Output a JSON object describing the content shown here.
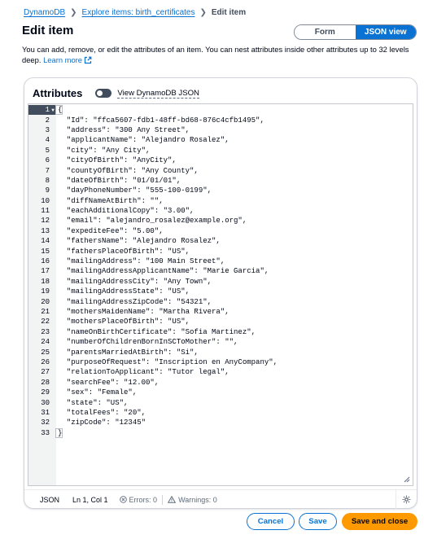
{
  "breadcrumb": {
    "items": [
      {
        "label": "DynamoDB"
      },
      {
        "label": "Explore items: birth_certificates"
      },
      {
        "label": "Edit item"
      }
    ]
  },
  "page": {
    "title": "Edit item",
    "description": "You can add, remove, or edit the attributes of an item. You can nest attributes inside other attributes up to 32 levels deep.",
    "learn_more": "Learn more"
  },
  "view_toggle": {
    "options": [
      "Form",
      "JSON view"
    ],
    "selected": "JSON view"
  },
  "attributes_panel": {
    "title": "Attributes",
    "toggle_label": "View DynamoDB JSON",
    "toggle_on": false
  },
  "editor": {
    "lines": [
      {
        "n": "1",
        "text": "{"
      },
      {
        "n": "2",
        "text": "  \"Id\": \"ffca5607-fdb1-48ff-bd68-876c4cfb1495\","
      },
      {
        "n": "3",
        "text": "  \"address\": \"300 Any Street\","
      },
      {
        "n": "4",
        "text": "  \"applicantName\": \"Alejandro Rosalez\","
      },
      {
        "n": "5",
        "text": "  \"city\": \"Any City\","
      },
      {
        "n": "6",
        "text": "  \"cityOfBirth\": \"AnyCity\","
      },
      {
        "n": "7",
        "text": "  \"countyOfBirth\": \"Any County\","
      },
      {
        "n": "8",
        "text": "  \"dateOfBirth\": \"01/01/01\","
      },
      {
        "n": "9",
        "text": "  \"dayPhoneNumber\": \"555-100-0199\","
      },
      {
        "n": "10",
        "text": "  \"diffNameAtBirth\": \"\","
      },
      {
        "n": "11",
        "text": "  \"eachAdditionalCopy\": \"3.00\","
      },
      {
        "n": "12",
        "text": "  \"email\": \"alejandro_rosalez@example.org\","
      },
      {
        "n": "13",
        "text": "  \"expediteFee\": \"5.00\","
      },
      {
        "n": "14",
        "text": "  \"fathersName\": \"Alejandro Rosalez\","
      },
      {
        "n": "15",
        "text": "  \"fathersPlaceOfBirth\": \"US\","
      },
      {
        "n": "16",
        "text": "  \"mailingAddress\": \"100 Main Street\","
      },
      {
        "n": "17",
        "text": "  \"mailingAddressApplicantName\": \"Marie Garcia\","
      },
      {
        "n": "18",
        "text": "  \"mailingAddressCity\": \"Any Town\","
      },
      {
        "n": "19",
        "text": "  \"mailingAddressState\": \"US\","
      },
      {
        "n": "20",
        "text": "  \"mailingAddressZipCode\": \"54321\","
      },
      {
        "n": "21",
        "text": "  \"mothersMaidenName\": \"Martha Rivera\","
      },
      {
        "n": "22",
        "text": "  \"mothersPlaceOfBirth\": \"US\","
      },
      {
        "n": "23",
        "text": "  \"nameOnBirthCertificate\": \"Sofia Martinez\","
      },
      {
        "n": "24",
        "text": "  \"numberOfChildrenBornInSCToMother\": \"\","
      },
      {
        "n": "25",
        "text": "  \"parentsMarriedAtBirth\": \"Si\","
      },
      {
        "n": "26",
        "text": "  \"purposeOfRequest\": \"Inscription en AnyCompany\","
      },
      {
        "n": "27",
        "text": "  \"relationToApplicant\": \"Tutor legal\","
      },
      {
        "n": "28",
        "text": "  \"searchFee\": \"12.00\","
      },
      {
        "n": "29",
        "text": "  \"sex\": \"Female\","
      },
      {
        "n": "30",
        "text": "  \"state\": \"US\","
      },
      {
        "n": "31",
        "text": "  \"totalFees\": \"20\","
      },
      {
        "n": "32",
        "text": "  \"zipCode\": \"12345\""
      },
      {
        "n": "33",
        "text": "}"
      }
    ]
  },
  "status_bar": {
    "language": "JSON",
    "position": "Ln 1, Col 1",
    "errors": "Errors: 0",
    "warnings": "Warnings: 0"
  },
  "actions": {
    "cancel": "Cancel",
    "save": "Save",
    "save_and_close": "Save and close"
  },
  "colors": {
    "link": "#0972d3",
    "primary_button": "#ff9900",
    "selected_segment": "#0972d3"
  }
}
